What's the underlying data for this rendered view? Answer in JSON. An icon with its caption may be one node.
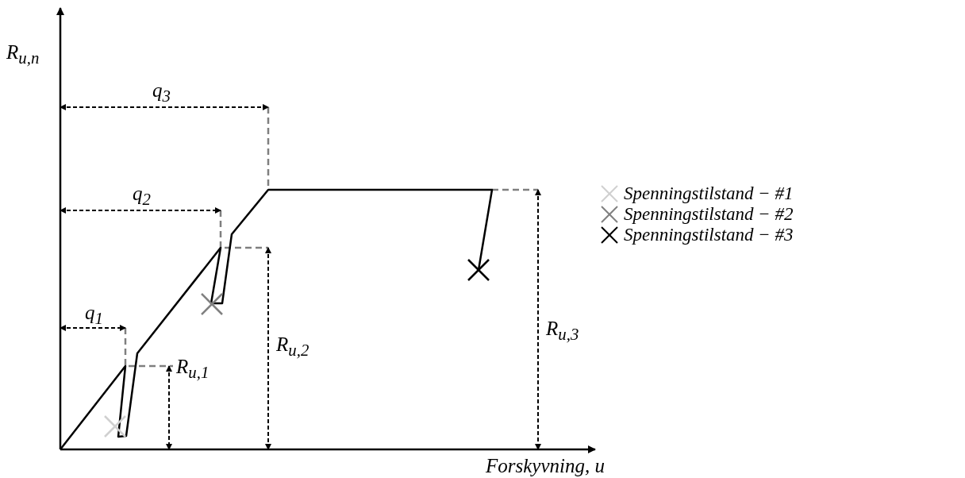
{
  "diagram": {
    "labels": [
      "R$_{u,n}$",
      "q$_{3}$",
      "q$_{2}$",
      "q$_{1}$",
      "R$_{u,2}$",
      "R$_{u,1}$",
      "R$_{u,3}$",
      "Forskyvning, u"
    ],
    "legend": [
      {
        "text": "Spenningstilstand − #1"
      },
      {
        "text": "Spenningstilstand − #2"
      },
      {
        "text": "Spenningstilstand − #3"
      }
    ]
  }
}
